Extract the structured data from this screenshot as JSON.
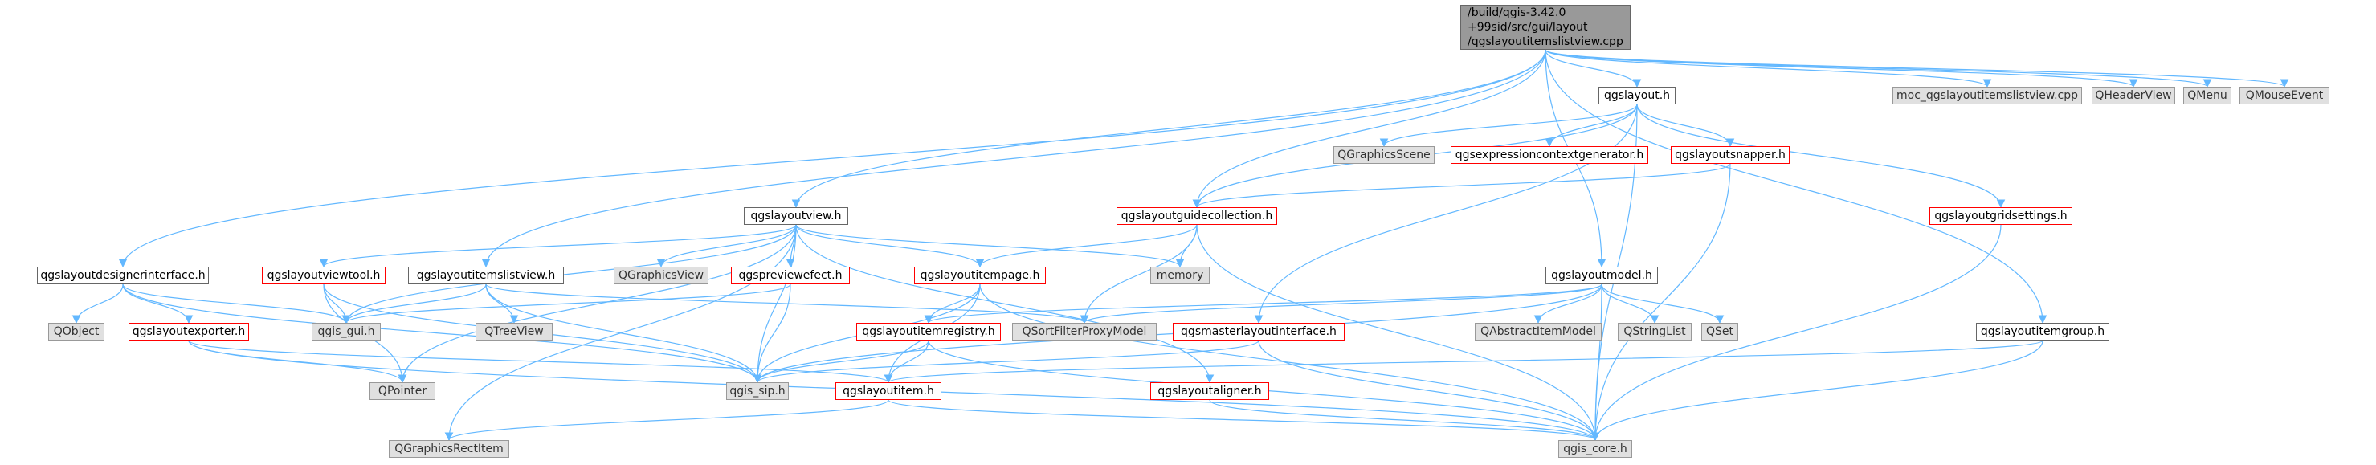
{
  "colors": {
    "edge": "#63b8ff",
    "plain_border": "#666666",
    "ext_fill": "#e0e0e0",
    "ext_border": "#999999",
    "red_border": "#ff0000",
    "root_fill": "#999999"
  },
  "root": {
    "lines": [
      "/build/qgis-3.42.0",
      "+99sid/src/gui/layout",
      "/qgslayoutitemslistview.cpp"
    ]
  },
  "nodes": {
    "qgslayout_h": "qgslayout.h",
    "moc": "moc_qgslayoutitemslistview.cpp",
    "qheaderview": "QHeaderView",
    "qmenu": "QMenu",
    "qmouseevent": "QMouseEvent",
    "qgraphicsscene": "QGraphicsScene",
    "qgsexpressioncontextgenerator": "qgsexpressioncontextgenerator.h",
    "qgslayoutsnapper": "qgslayoutsnapper.h",
    "qgslayoutgridsettings": "qgslayoutgridsettings.h",
    "qgslayoutguidecollection": "qgslayoutguidecollection.h",
    "qgslayoutview": "qgslayoutview.h",
    "memory": "memory",
    "qgsdesignerinterface": "qgslayoutdesignerinterface.h",
    "qgslayoutviewtool": "qgslayoutviewtool.h",
    "qgslayoutitemslistview_h": "qgslayoutitemslistview.h",
    "qgraphicsview": "QGraphicsView",
    "qgspreviewefect": "qgspreviewefect.h",
    "qgslayoutitempage": "qgslayoutitempage.h",
    "qgslayoutmodel": "qgslayoutmodel.h",
    "qobject": "QObject",
    "qgslayoutexporter": "qgslayoutexporter.h",
    "qgis_gui": "qgis_gui.h",
    "qtreeview": "QTreeView",
    "qsortfilterproxymodel": "QSortFilterProxyModel",
    "qgslayoutitemregistry": "qgslayoutitemregistry.h",
    "qgsmasterlayoutinterface": "qgsmasterlayoutinterface.h",
    "qabstractitemmodel": "QAbstractItemModel",
    "qstringlist": "QStringList",
    "qset": "QSet",
    "qgslayoutitemgroup": "qgslayoutitemgroup.h",
    "qpointer": "QPointer",
    "qgis_sip": "qgis_sip.h",
    "qgslayoutitem": "qgslayoutitem.h",
    "qgslayoutaligner": "qgslayoutaligner.h",
    "qgraphicsrectitem": "QGraphicsRectItem",
    "qgis_core": "qgis_core.h"
  },
  "edges": [
    [
      "root",
      "qgslayout_h"
    ],
    [
      "root",
      "moc"
    ],
    [
      "root",
      "qheaderview"
    ],
    [
      "root",
      "qmenu"
    ],
    [
      "root",
      "qmouseevent"
    ],
    [
      "root",
      "qgslayoutview"
    ],
    [
      "root",
      "qgsdesignerinterface"
    ],
    [
      "root",
      "qgslayoutitemslistview_h"
    ],
    [
      "root",
      "qgslayoutmodel"
    ],
    [
      "root",
      "qgslayoutitemgroup"
    ],
    [
      "root",
      "qgslayoutguidecollection"
    ],
    [
      "qgslayout_h",
      "qgraphicsscene"
    ],
    [
      "qgslayout_h",
      "qgsexpressioncontextgenerator"
    ],
    [
      "qgslayout_h",
      "qgslayoutsnapper"
    ],
    [
      "qgslayout_h",
      "qgslayoutgridsettings"
    ],
    [
      "qgslayout_h",
      "qgslayoutguidecollection"
    ],
    [
      "qgslayout_h",
      "qgsmasterlayoutinterface"
    ],
    [
      "qgslayout_h",
      "qgis_core"
    ],
    [
      "qgslayoutsnapper",
      "qgslayoutguidecollection"
    ],
    [
      "qgslayoutsnapper",
      "qgis_core"
    ],
    [
      "qgslayoutgridsettings",
      "qgis_core"
    ],
    [
      "qgslayoutguidecollection",
      "memory"
    ],
    [
      "qgslayoutguidecollection",
      "qgslayoutitempage"
    ],
    [
      "qgslayoutguidecollection",
      "qsortfilterproxymodel"
    ],
    [
      "qgslayoutguidecollection",
      "qgis_core"
    ],
    [
      "qgslayoutview",
      "qgis_gui"
    ],
    [
      "qgslayoutview",
      "qgslayoutviewtool"
    ],
    [
      "qgslayoutview",
      "qgraphicsview"
    ],
    [
      "qgslayoutview",
      "qgspreviewefect"
    ],
    [
      "qgslayoutview",
      "qgslayoutitempage"
    ],
    [
      "qgslayoutview",
      "memory"
    ],
    [
      "qgslayoutview",
      "qgslayoutaligner"
    ],
    [
      "qgslayoutview",
      "qgis_sip"
    ],
    [
      "qgslayoutview",
      "qpointer"
    ],
    [
      "qgslayoutview",
      "qgraphicsrectitem"
    ],
    [
      "qgsdesignerinterface",
      "qobject"
    ],
    [
      "qgsdesignerinterface",
      "qgslayoutexporter"
    ],
    [
      "qgsdesignerinterface",
      "qgis_gui"
    ],
    [
      "qgsdesignerinterface",
      "qgis_sip"
    ],
    [
      "qgslayoutviewtool",
      "qgis_gui"
    ],
    [
      "qgslayoutviewtool",
      "qpointer"
    ],
    [
      "qgslayoutviewtool",
      "qgis_sip"
    ],
    [
      "qgslayoutitemslistview_h",
      "qgis_gui"
    ],
    [
      "qgslayoutitemslistview_h",
      "qtreeview"
    ],
    [
      "qgslayoutitemslistview_h",
      "qsortfilterproxymodel"
    ],
    [
      "qgslayoutitemslistview_h",
      "qgis_sip"
    ],
    [
      "qgspreviewefect",
      "qgis_gui"
    ],
    [
      "qgspreviewefect",
      "qgis_sip"
    ],
    [
      "qgslayoutitempage",
      "qgslayoutitemregistry"
    ],
    [
      "qgslayoutitempage",
      "qgslayoutitem"
    ],
    [
      "qgslayoutitempage",
      "qgis_sip"
    ],
    [
      "qgslayoutitempage",
      "qgis_core"
    ],
    [
      "qgslayoutmodel",
      "qsortfilterproxymodel"
    ],
    [
      "qgslayoutmodel",
      "qabstractitemmodel"
    ],
    [
      "qgslayoutmodel",
      "qstringlist"
    ],
    [
      "qgslayoutmodel",
      "qset"
    ],
    [
      "qgslayoutmodel",
      "qgslayoutitemregistry"
    ],
    [
      "qgslayoutmodel",
      "qgis_sip"
    ],
    [
      "qgslayoutmodel",
      "qgis_core"
    ],
    [
      "qgslayoutexporter",
      "qpointer"
    ],
    [
      "qgslayoutexporter",
      "qgslayoutitem"
    ],
    [
      "qgslayoutexporter",
      "qgis_core"
    ],
    [
      "qgslayoutitemregistry",
      "qgis_sip"
    ],
    [
      "qgslayoutitemregistry",
      "qgslayoutitem"
    ],
    [
      "qgslayoutitemregistry",
      "qgis_core"
    ],
    [
      "qgsmasterlayoutinterface",
      "qgis_sip"
    ],
    [
      "qgsmasterlayoutinterface",
      "qgis_core"
    ],
    [
      "qgslayoutitemgroup",
      "qgslayoutitem"
    ],
    [
      "qgslayoutitemgroup",
      "qgis_core"
    ],
    [
      "qgslayoutitem",
      "qgraphicsrectitem"
    ],
    [
      "qgslayoutitem",
      "qgis_core"
    ],
    [
      "qgslayoutaligner",
      "qgis_core"
    ]
  ]
}
